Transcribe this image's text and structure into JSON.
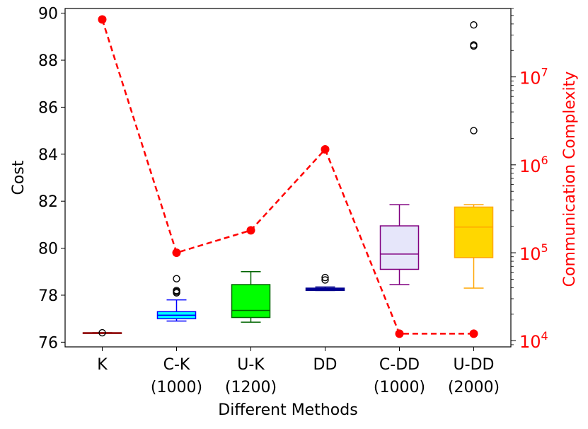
{
  "chart_data": {
    "type": "box",
    "xlabel": "Different Methods",
    "ylabel": "Cost",
    "ylabel_right": "Communication Complexity",
    "categories": [
      [
        "K"
      ],
      [
        "C-K",
        "(1000)"
      ],
      [
        "U-K",
        "(1200)"
      ],
      [
        "DD"
      ],
      [
        "C-DD",
        "(1000)"
      ],
      [
        "U-DD",
        "(2000)"
      ]
    ],
    "ylim": [
      75.8,
      90.2
    ],
    "yticks": [
      "76",
      "78",
      "80",
      "82",
      "84",
      "86",
      "88",
      "90"
    ],
    "y2_scale": "log",
    "y2lim": [
      8500,
      60000000
    ],
    "y2ticks": [
      {
        "base": "10",
        "exp": "4",
        "value": 10000
      },
      {
        "base": "10",
        "exp": "5",
        "value": 100000
      },
      {
        "base": "10",
        "exp": "6",
        "value": 1000000
      },
      {
        "base": "10",
        "exp": "7",
        "value": 10000000
      }
    ],
    "boxes": [
      {
        "category": "K",
        "whisker_low": 76.4,
        "q1": 76.4,
        "median": 76.4,
        "q3": 76.4,
        "whisker_high": 76.4,
        "outliers": [
          76.4
        ],
        "fill": "#8B0000",
        "edge": "#8B0000",
        "median_color": "#8B0000"
      },
      {
        "category": "C-K (1000)",
        "whisker_low": 76.9,
        "q1": 77.0,
        "median": 77.15,
        "q3": 77.3,
        "whisker_high": 77.8,
        "outliers": [
          78.1,
          78.15,
          78.2,
          78.7
        ],
        "fill": "#00FFFF",
        "edge": "#0000FF",
        "median_color": "#0000FF"
      },
      {
        "category": "U-K (1200)",
        "whisker_low": 76.85,
        "q1": 77.05,
        "median": 77.35,
        "q3": 78.45,
        "whisker_high": 79.0,
        "outliers": [],
        "fill": "#00FF00",
        "edge": "#006400",
        "median_color": "#006400"
      },
      {
        "category": "DD",
        "whisker_low": 78.2,
        "q1": 78.2,
        "median": 78.25,
        "q3": 78.3,
        "whisker_high": 78.35,
        "outliers": [
          78.65,
          78.75
        ],
        "fill": "#0000CD",
        "edge": "#00008B",
        "median_color": "#00008B"
      },
      {
        "category": "C-DD (1000)",
        "whisker_low": 78.45,
        "q1": 79.1,
        "median": 79.75,
        "q3": 80.95,
        "whisker_high": 81.85,
        "outliers": [],
        "fill": "#E6E6FA",
        "edge": "#800080",
        "median_color": "#800080"
      },
      {
        "category": "U-DD (2000)",
        "whisker_low": 78.3,
        "q1": 79.6,
        "median": 80.9,
        "q3": 81.75,
        "whisker_high": 81.85,
        "outliers": [
          85.0,
          88.6,
          88.65,
          89.5
        ],
        "fill": "#FFD700",
        "edge": "#FFA500",
        "median_color": "#FFA500"
      }
    ],
    "line": {
      "values": [
        45000000,
        100000,
        180000,
        1500000,
        12000,
        12000
      ],
      "color": "#ff0000",
      "style": "dashed",
      "marker": "circle"
    }
  }
}
